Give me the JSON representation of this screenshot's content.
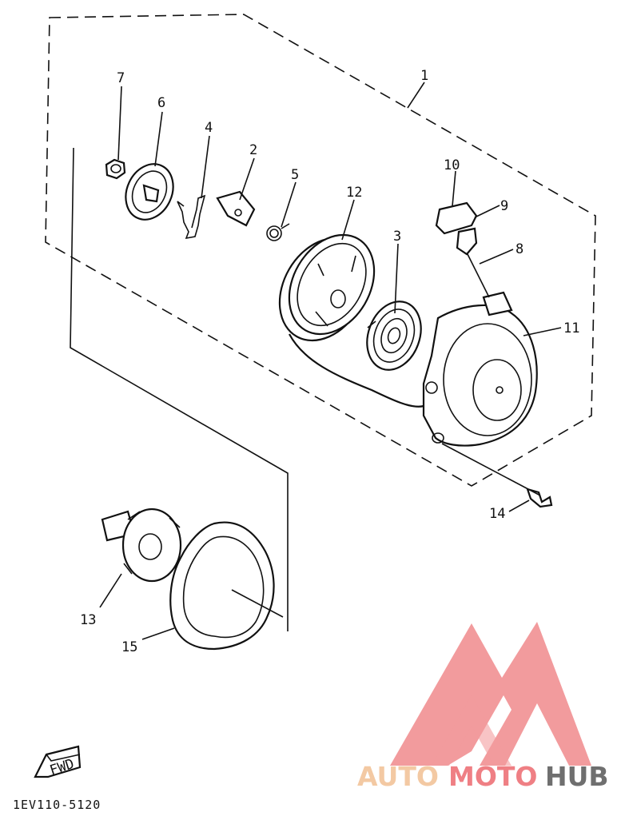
{
  "diagram": {
    "callouts": {
      "c1": "1",
      "c2": "2",
      "c3": "3",
      "c4": "4",
      "c5": "5",
      "c6": "6",
      "c7": "7",
      "c8": "8",
      "c9": "9",
      "c10": "10",
      "c11": "11",
      "c12": "12",
      "c13": "13",
      "c14": "14",
      "c15": "15"
    },
    "fwd_label": "FWD",
    "part_code": "1EV110-5120"
  },
  "watermark": {
    "word_part1": "AUTO",
    "word_part2": "MOTO",
    "word_part3": "HUB",
    "colors": {
      "auto": "#f3c9a3",
      "moto": "#ef7f84",
      "hub": "#6f6f6f",
      "triangle": "#f08a8c"
    }
  }
}
